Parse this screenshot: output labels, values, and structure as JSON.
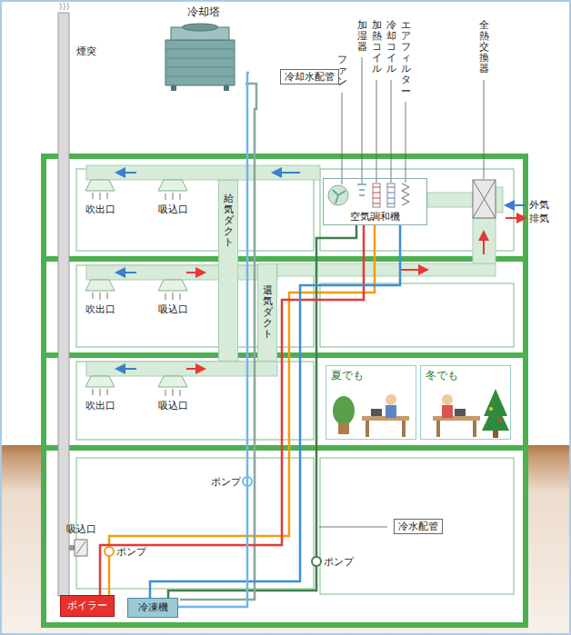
{
  "diagram": {
    "nodes": [
      {
        "text": [
          "冷却塔"
        ]
      },
      {
        "text": [
          "冷却水配管"
        ]
      },
      {
        "text": [
          "給気ダクト"
        ]
      },
      {
        "text": [
          "還気ダクト"
        ]
      },
      {
        "text": [
          "空気調和機"
        ]
      },
      {
        "text": [
          "夏でも"
        ]
      },
      {
        "text": [
          "冬でも"
        ]
      },
      {
        "text": [
          "冷水配管"
        ]
      },
      {
        "text": [
          "ボイラー"
        ]
      },
      {
        "text": [
          "冷凍機"
        ]
      }
    ],
    "edges": [
      {
        "from": 8,
        "to": 4,
        "arrow": "none"
      },
      {
        "from": 9,
        "to": 4,
        "arrow": "none"
      },
      {
        "from": 0,
        "to": 9,
        "arrow": "none"
      }
    ],
    "labels": [
      "煙突",
      "ファン",
      "加湿器",
      "加熱コイル",
      "冷却コイル",
      "エアフィルター",
      "全熱交換器",
      "外気",
      "排気",
      "吹出口",
      "吸込口",
      "吹出口",
      "吸込口",
      "吹出口",
      "吸込口",
      "吸込口",
      "ポンプ",
      "ポンプ",
      "ポンプ"
    ]
  }
}
